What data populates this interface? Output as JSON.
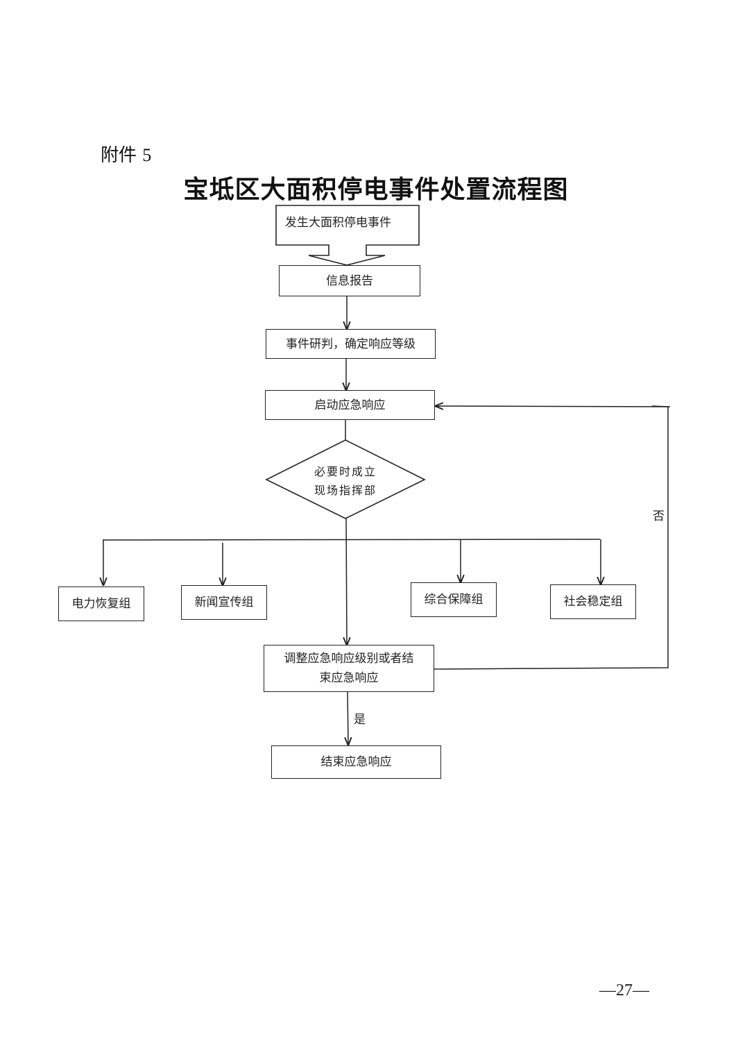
{
  "header": {
    "attachment_label": "附件",
    "attachment_number": "5",
    "title": "宝坻区大面积停电事件处置流程图"
  },
  "flowchart": {
    "start": "发生大面积停电事件",
    "info_report": "信息报告",
    "assess": "事件研判，确定响应等级",
    "activate": "启动应急响应",
    "decision_line1": "必要时成立",
    "decision_line2": "现场指挥部",
    "groups": [
      "电力恢复组",
      "新闻宣传组",
      "综合保障组",
      "社会稳定组"
    ],
    "adjust_line1": "调整应急响应级别或者结",
    "adjust_line2": "束应急响应",
    "end": "结束应急响应",
    "yes_label": "是",
    "no_label": "否"
  },
  "footer": {
    "page_number": "—27—"
  }
}
